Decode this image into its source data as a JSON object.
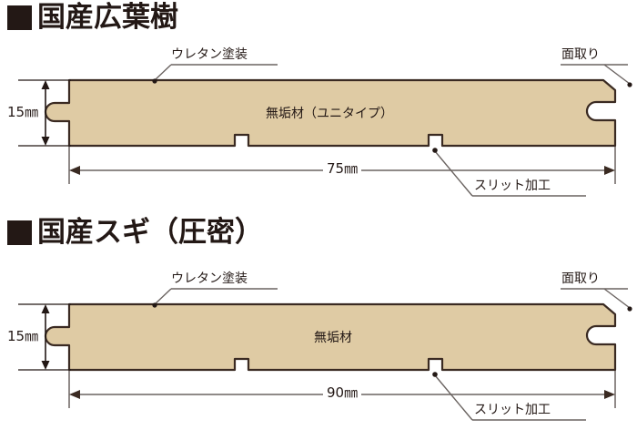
{
  "page": {
    "background": "#ffffff",
    "board_fill": "#dfcba4",
    "board_stroke": "#3a2a22",
    "ink": "#231815",
    "dim_line": "#6a6360"
  },
  "sections": [
    {
      "id": "hardwood",
      "title_bullet": "filled-square",
      "title": "国産広葉樹",
      "board_label": "無垢材（ユニタイプ）",
      "thickness_label": "15㎜",
      "width_label": "75㎜",
      "annotations": {
        "coating": "ウレタン塗装",
        "chamfer": "面取り",
        "slit": "スリット加工"
      }
    },
    {
      "id": "cedar",
      "title_bullet": "filled-square",
      "title": "国産スギ（圧密）",
      "board_label": "無垢材",
      "thickness_label": "15㎜",
      "width_label": "90㎜",
      "annotations": {
        "coating": "ウレタン塗装",
        "chamfer": "面取り",
        "slit": "スリット加工"
      }
    }
  ]
}
